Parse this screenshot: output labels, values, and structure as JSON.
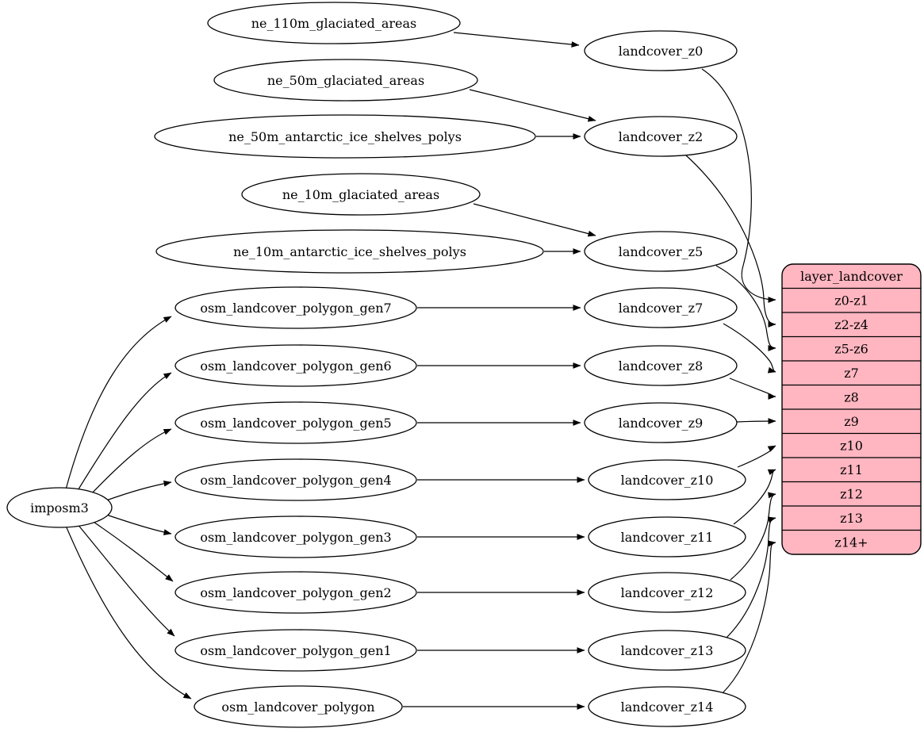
{
  "diagram": {
    "kind": "graphviz-dataflow",
    "background": "#ffffff",
    "node_fill": "#ffffff",
    "edge_color": "#000000"
  },
  "nodes": {
    "imposm3": "imposm3",
    "ne_110m_glaciated_areas": "ne_110m_glaciated_areas",
    "ne_50m_glaciated_areas": "ne_50m_glaciated_areas",
    "ne_50m_antarctic_ice_shelves_polys": "ne_50m_antarctic_ice_shelves_polys",
    "ne_10m_glaciated_areas": "ne_10m_glaciated_areas",
    "ne_10m_antarctic_ice_shelves_polys": "ne_10m_antarctic_ice_shelves_polys",
    "osm_landcover_polygon_gen7": "osm_landcover_polygon_gen7",
    "osm_landcover_polygon_gen6": "osm_landcover_polygon_gen6",
    "osm_landcover_polygon_gen5": "osm_landcover_polygon_gen5",
    "osm_landcover_polygon_gen4": "osm_landcover_polygon_gen4",
    "osm_landcover_polygon_gen3": "osm_landcover_polygon_gen3",
    "osm_landcover_polygon_gen2": "osm_landcover_polygon_gen2",
    "osm_landcover_polygon_gen1": "osm_landcover_polygon_gen1",
    "osm_landcover_polygon": "osm_landcover_polygon",
    "landcover_z0": "landcover_z0",
    "landcover_z2": "landcover_z2",
    "landcover_z5": "landcover_z5",
    "landcover_z7": "landcover_z7",
    "landcover_z8": "landcover_z8",
    "landcover_z9": "landcover_z9",
    "landcover_z10": "landcover_z10",
    "landcover_z11": "landcover_z11",
    "landcover_z12": "landcover_z12",
    "landcover_z13": "landcover_z13",
    "landcover_z14": "landcover_z14"
  },
  "record": {
    "title": "layer_landcover",
    "fill": "#ffb6c1",
    "rows": [
      "z0-z1",
      "z2-z4",
      "z5-z6",
      "z7",
      "z8",
      "z9",
      "z10",
      "z11",
      "z12",
      "z13",
      "z14+"
    ]
  },
  "edges": [
    {
      "from": "imposm3",
      "to": "osm_landcover_polygon_gen7"
    },
    {
      "from": "imposm3",
      "to": "osm_landcover_polygon_gen6"
    },
    {
      "from": "imposm3",
      "to": "osm_landcover_polygon_gen5"
    },
    {
      "from": "imposm3",
      "to": "osm_landcover_polygon_gen4"
    },
    {
      "from": "imposm3",
      "to": "osm_landcover_polygon_gen3"
    },
    {
      "from": "imposm3",
      "to": "osm_landcover_polygon_gen2"
    },
    {
      "from": "imposm3",
      "to": "osm_landcover_polygon_gen1"
    },
    {
      "from": "imposm3",
      "to": "osm_landcover_polygon"
    },
    {
      "from": "ne_110m_glaciated_areas",
      "to": "landcover_z0"
    },
    {
      "from": "ne_50m_glaciated_areas",
      "to": "landcover_z2"
    },
    {
      "from": "ne_50m_antarctic_ice_shelves_polys",
      "to": "landcover_z2"
    },
    {
      "from": "ne_10m_glaciated_areas",
      "to": "landcover_z5"
    },
    {
      "from": "ne_10m_antarctic_ice_shelves_polys",
      "to": "landcover_z5"
    },
    {
      "from": "osm_landcover_polygon_gen7",
      "to": "landcover_z7"
    },
    {
      "from": "osm_landcover_polygon_gen6",
      "to": "landcover_z8"
    },
    {
      "from": "osm_landcover_polygon_gen5",
      "to": "landcover_z9"
    },
    {
      "from": "osm_landcover_polygon_gen4",
      "to": "landcover_z10"
    },
    {
      "from": "osm_landcover_polygon_gen3",
      "to": "landcover_z11"
    },
    {
      "from": "osm_landcover_polygon_gen2",
      "to": "landcover_z12"
    },
    {
      "from": "osm_landcover_polygon_gen1",
      "to": "landcover_z13"
    },
    {
      "from": "osm_landcover_polygon",
      "to": "landcover_z14"
    },
    {
      "from": "landcover_z0",
      "to": "layer_landcover:z0-z1"
    },
    {
      "from": "landcover_z2",
      "to": "layer_landcover:z2-z4"
    },
    {
      "from": "landcover_z5",
      "to": "layer_landcover:z5-z6"
    },
    {
      "from": "landcover_z7",
      "to": "layer_landcover:z7"
    },
    {
      "from": "landcover_z8",
      "to": "layer_landcover:z8"
    },
    {
      "from": "landcover_z9",
      "to": "layer_landcover:z9"
    },
    {
      "from": "landcover_z10",
      "to": "layer_landcover:z10"
    },
    {
      "from": "landcover_z11",
      "to": "layer_landcover:z11"
    },
    {
      "from": "landcover_z12",
      "to": "layer_landcover:z12"
    },
    {
      "from": "landcover_z13",
      "to": "layer_landcover:z13"
    },
    {
      "from": "landcover_z14",
      "to": "layer_landcover:z14+"
    }
  ]
}
